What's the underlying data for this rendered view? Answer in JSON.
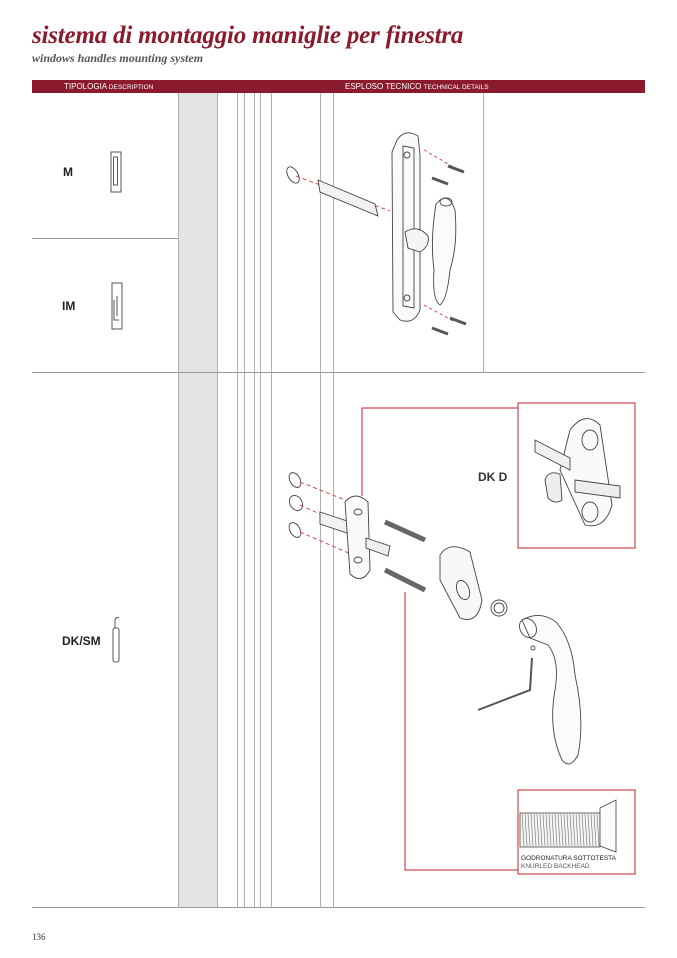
{
  "header": {
    "title": "sistema di montaggio maniglie per finestra",
    "subtitle": "windows handles mounting system"
  },
  "columns": {
    "typology_it": "TIPOLOGIA",
    "typology_en": "DESCRIPTION",
    "technical_it": "ESPLOSO TECNICO",
    "technical_en": "TECHNICAL DETAILS"
  },
  "rows": [
    {
      "code": "M"
    },
    {
      "code": "IM"
    },
    {
      "code": "DK/SM"
    }
  ],
  "detail_label": "DK D",
  "knurled": {
    "it": "GODRONATURA SOTTOTESTA",
    "en": "KNURLED BACKHEAD"
  },
  "page_number": "136",
  "colors": {
    "accent": "#8a1a2c",
    "callout": "#c0232c",
    "grid": "#9a9a9a",
    "column_fill": "#e4e4e5"
  }
}
